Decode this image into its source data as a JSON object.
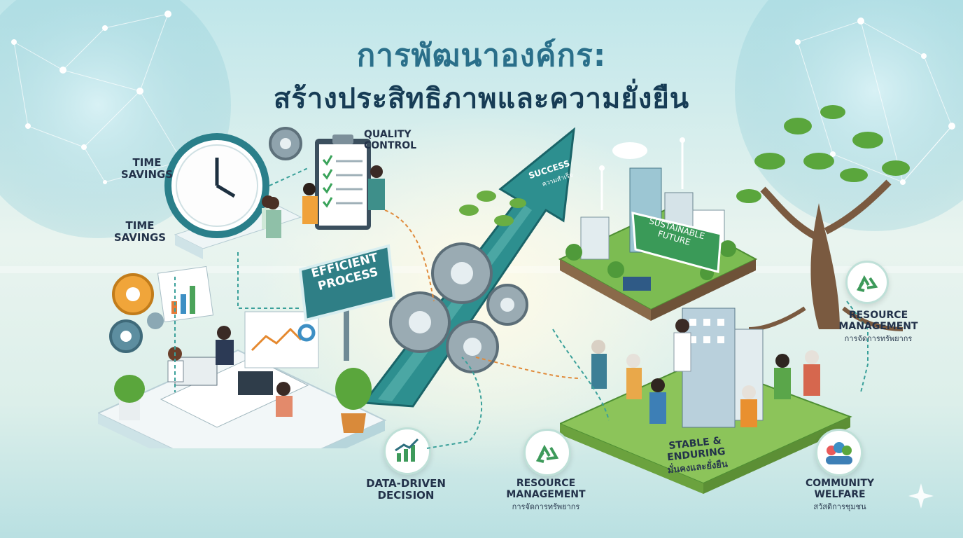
{
  "title": {
    "line1": "การพัฒนาองค์กร:",
    "line2": "สร้างประสิทธิภาพและความยั่งยืน"
  },
  "labels": {
    "time_savings_1": "TIME SAVINGS",
    "time_savings_2": "TIME SAVINGS",
    "quality_control": "QUALITY CONTROL",
    "efficient_process": "EFFICIENT PROCESS",
    "success": "SUCCESS",
    "success_th": "ความสำเร็จ",
    "sustainable_future": "SUSTAINABLE FUTURE",
    "resource_mgmt_right": "RESOURCE MANAGEMENT",
    "resource_mgmt_right_th": "การจัดการทรัพยากร",
    "data_driven": "DATA-DRIVEN DECISION",
    "resource_mgmt_bottom": "RESOURCE MANAGEMENT",
    "resource_mgmt_bottom_th": "การจัดการทรัพยากร",
    "stable": "STABLE & ENDURING",
    "stable_th": "มั่นคงและยั่งยืน",
    "community": "COMMUNITY WELFARE",
    "community_th": "สวัสดิการชุมชน"
  },
  "colors": {
    "teal_dark": "#1f6e74",
    "teal": "#2a8c8c",
    "green": "#5aa63c",
    "title": "#173c55"
  }
}
